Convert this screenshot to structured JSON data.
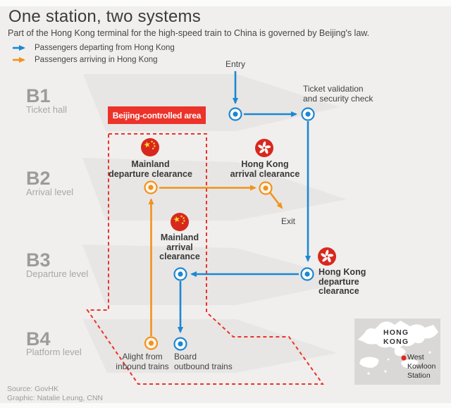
{
  "header": {
    "title": "One station, two systems",
    "subtitle": "Part of the Hong Kong terminal for the high-speed train to China is governed by Beijing's law."
  },
  "legend": {
    "departing_label": "Passengers departing from Hong Kong",
    "arriving_label": "Passengers arriving in Hong Kong"
  },
  "levels": [
    {
      "code": "B1",
      "name": "Ticket hall"
    },
    {
      "code": "B2",
      "name": "Arrival level"
    },
    {
      "code": "B3",
      "name": "Departure level"
    },
    {
      "code": "B4",
      "name": "Platform level"
    }
  ],
  "badge": {
    "label": "Beijing-controlled area"
  },
  "stations": {
    "entry": "Entry",
    "exit": "Exit",
    "ticket_validation": {
      "line1": "Ticket validation",
      "line2": "and security check"
    },
    "mainland_departure": {
      "line1": "Mainland",
      "line2": "departure clearance"
    },
    "hk_arrival": {
      "line1": "Hong Kong",
      "line2": "arrival clearance"
    },
    "mainland_arrival": {
      "line1": "Mainland",
      "line2": "arrival",
      "line3": "clearance"
    },
    "hk_departure": {
      "line1": "Hong Kong",
      "line2": "departure",
      "line3": "clearance"
    },
    "alight": {
      "line1": "Alight from",
      "line2": "inbound trains"
    },
    "board": {
      "line1": "Board",
      "line2": "outbound trains"
    }
  },
  "map": {
    "region": {
      "line1": "HONG",
      "line2": "KONG"
    },
    "marker": {
      "line1": "West",
      "line2": "Kowloon",
      "line3": "Station"
    }
  },
  "footer": {
    "source": "Source: GovHK",
    "credit": "Graphic: Natalie Leung, CNN"
  },
  "colors": {
    "departing_blue": "#1d87d2",
    "arriving_orange": "#f2921d",
    "beijing_red": "#ec332a",
    "flag_red": "#d8281d"
  }
}
